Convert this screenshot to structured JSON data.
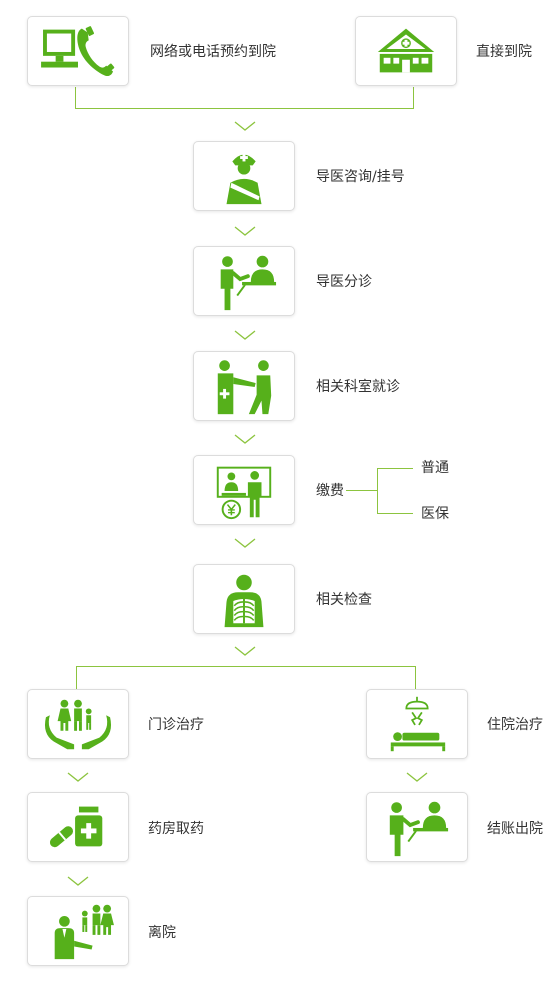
{
  "colors": {
    "accent": "#56b01b",
    "connector": "#8cc43f",
    "border": "#dcdcdc",
    "text": "#333333"
  },
  "steps": {
    "online_booking": {
      "label": "网络或电话预约到院",
      "icon": "computer-phone-icon"
    },
    "direct_arrival": {
      "label": "直接到院",
      "icon": "hospital-building-icon"
    },
    "guide_consult": {
      "label": "导医咨询/挂号",
      "icon": "nurse-icon"
    },
    "triage": {
      "label": "导医分诊",
      "icon": "triage-desk-icon"
    },
    "department_visit": {
      "label": "相关科室就诊",
      "icon": "doctor-visit-icon"
    },
    "payment": {
      "label": "缴费",
      "icon": "payment-counter-icon"
    },
    "payment_options": [
      "普通",
      "医保"
    ],
    "examination": {
      "label": "相关检查",
      "icon": "xray-chest-icon"
    },
    "outpatient": {
      "label": "门诊治疗",
      "icon": "family-care-icon"
    },
    "inpatient": {
      "label": "住院治疗",
      "icon": "hospital-bed-icon"
    },
    "pharmacy": {
      "label": "药房取药",
      "icon": "medicine-icon"
    },
    "checkout": {
      "label": "结账出院",
      "icon": "checkout-desk-icon"
    },
    "leave": {
      "label": "离院",
      "icon": "leave-hospital-icon"
    }
  }
}
